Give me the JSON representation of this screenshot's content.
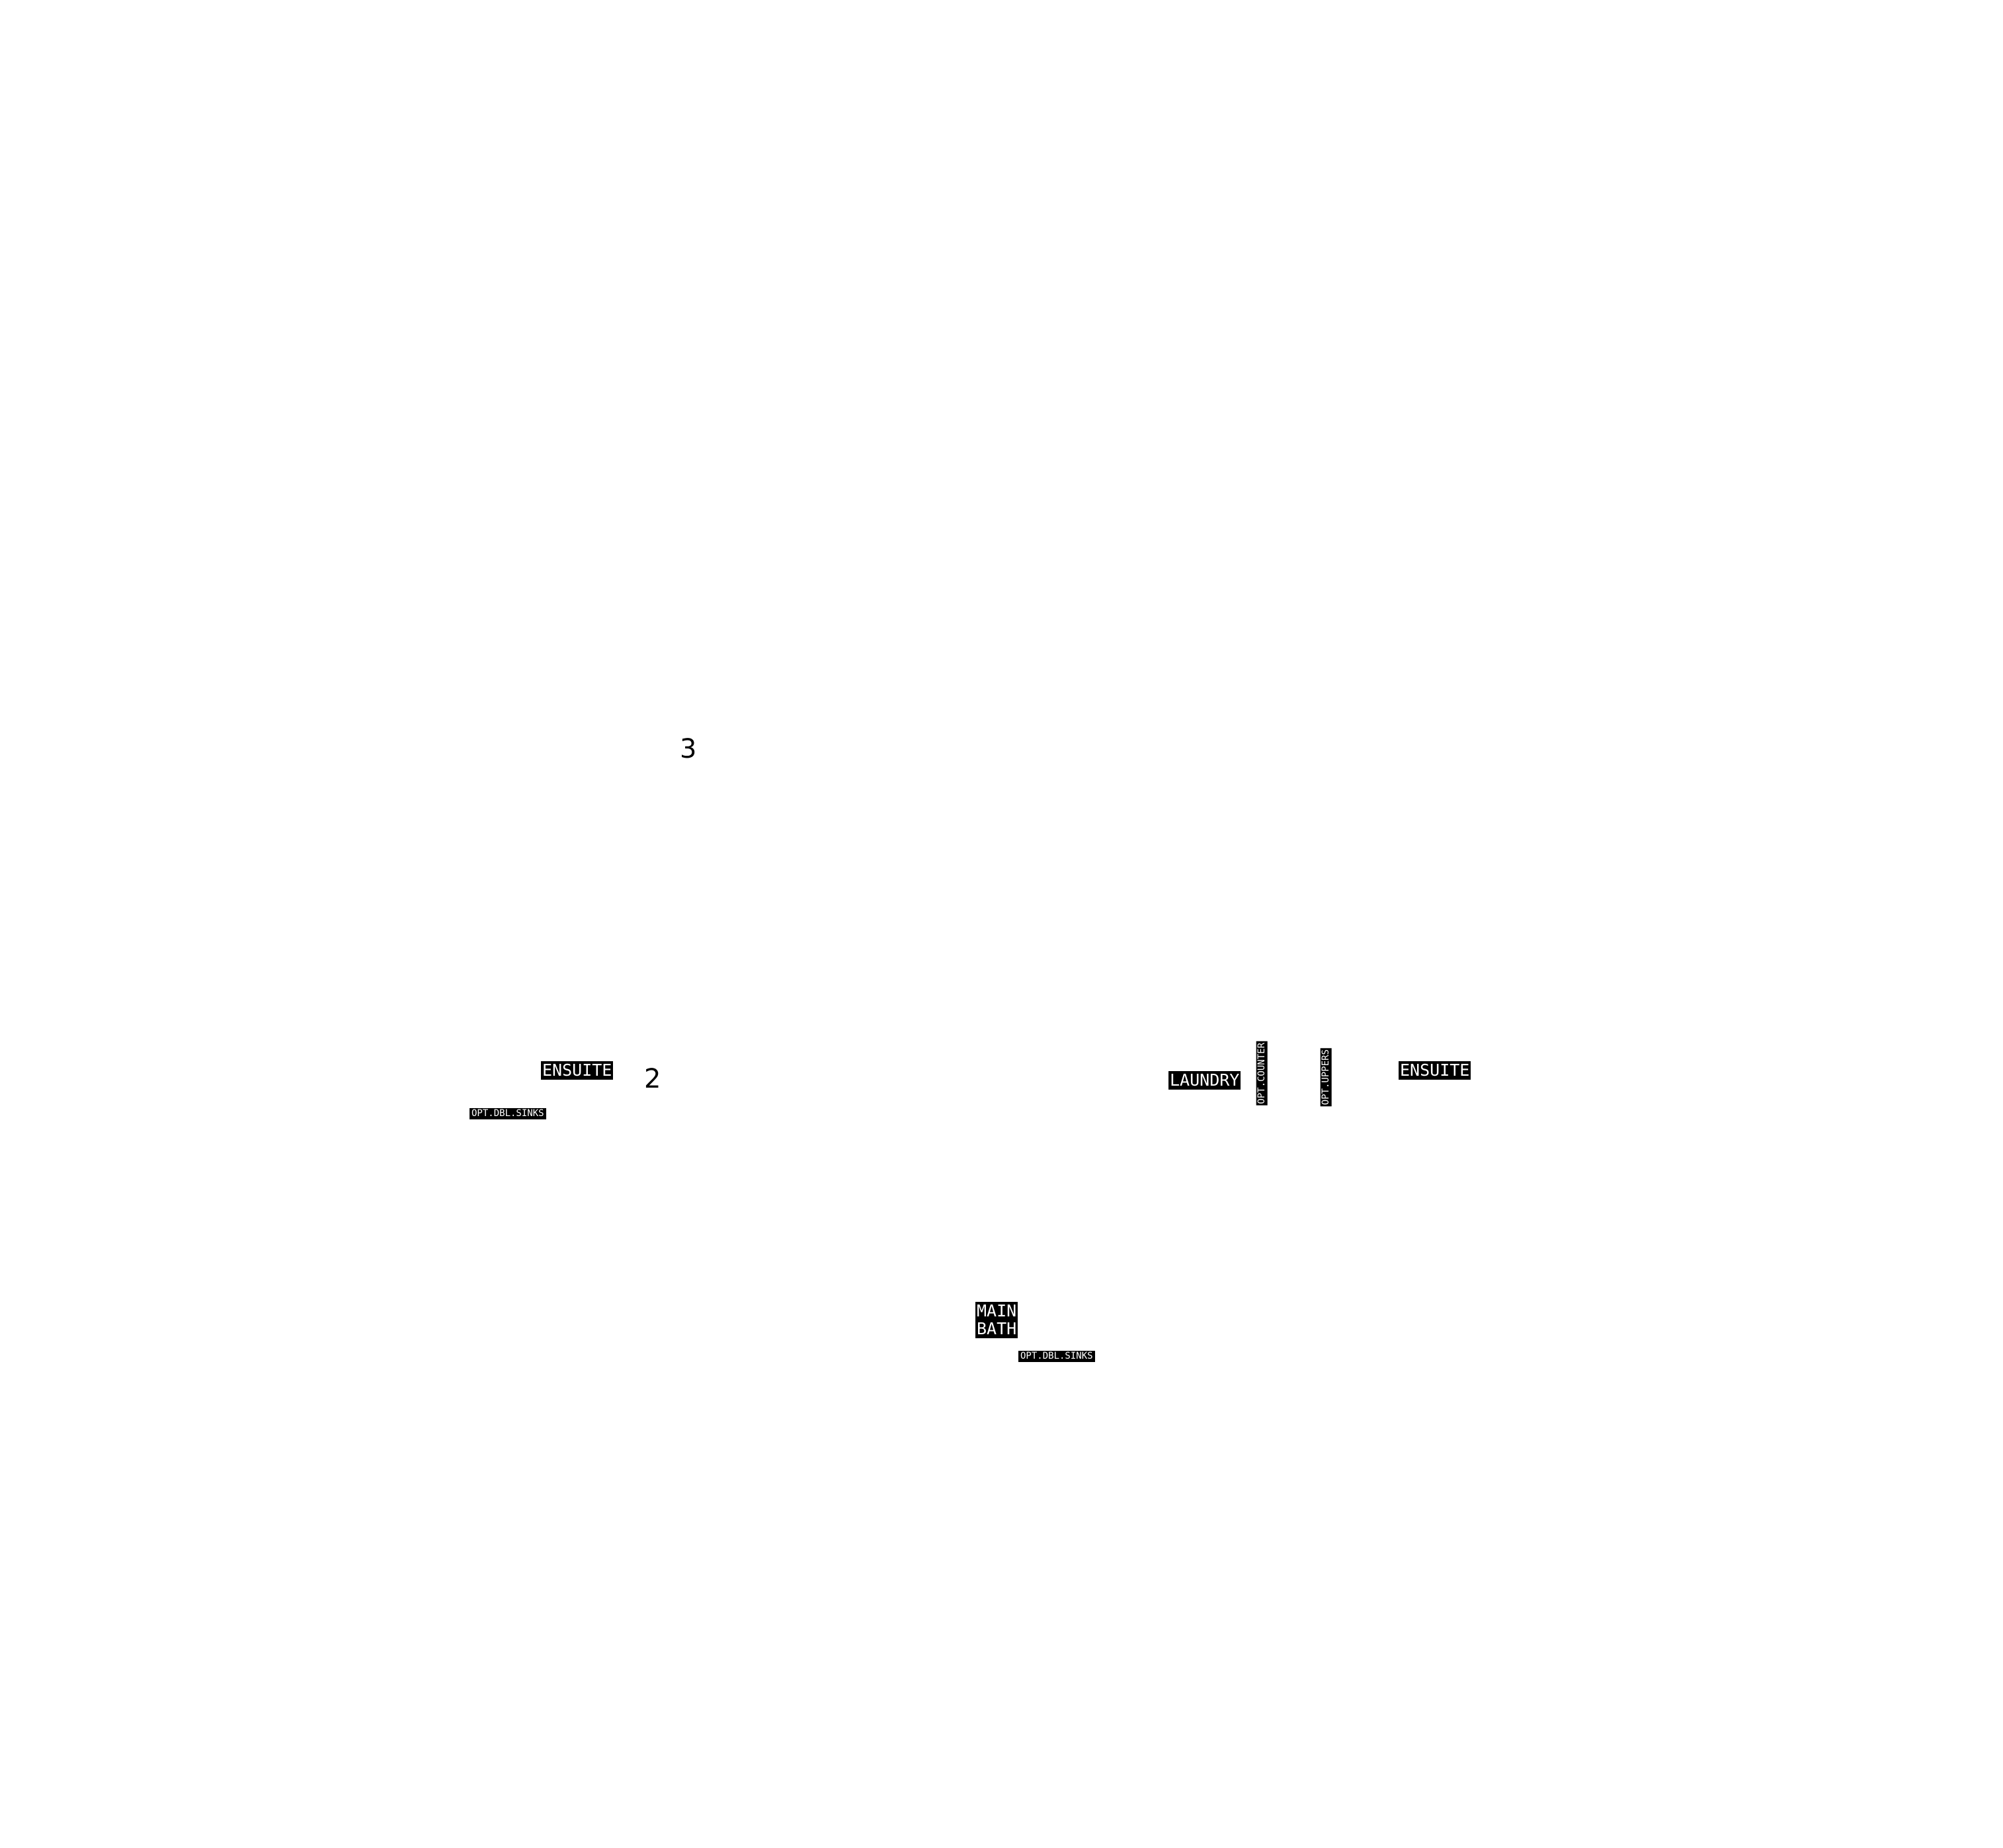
{
  "floor_plan": {
    "room_numbers": {
      "room_3": "3",
      "room_2": "2"
    },
    "labels": {
      "ensuite_left": "ENSUITE",
      "ensuite_left_option": "OPT.DBL.SINKS",
      "laundry": "LAUNDRY",
      "laundry_option_counter": "OPT.COUNTER",
      "laundry_option_uppers": "OPT.UPPERS",
      "ensuite_right": "ENSUITE",
      "main_bath_line1": "MAIN",
      "main_bath_line2": "BATH",
      "main_bath_option": "OPT.DBL.SINKS"
    },
    "colors": {
      "background": "#ffffff",
      "label_fill": "#000000",
      "label_text": "#ffffff",
      "number_text": "#000000"
    }
  }
}
